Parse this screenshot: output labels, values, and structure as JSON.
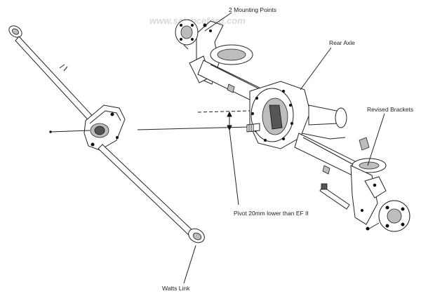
{
  "watermark": "www.scienceford.com",
  "labels": {
    "mounting_points": "2 Mounting Points",
    "rear_axle": "Rear Axle",
    "revised_brackets": "Revised Brackets",
    "pivot": "Pivot 20mm lower than EF II",
    "watts_link": "Watts Link"
  }
}
